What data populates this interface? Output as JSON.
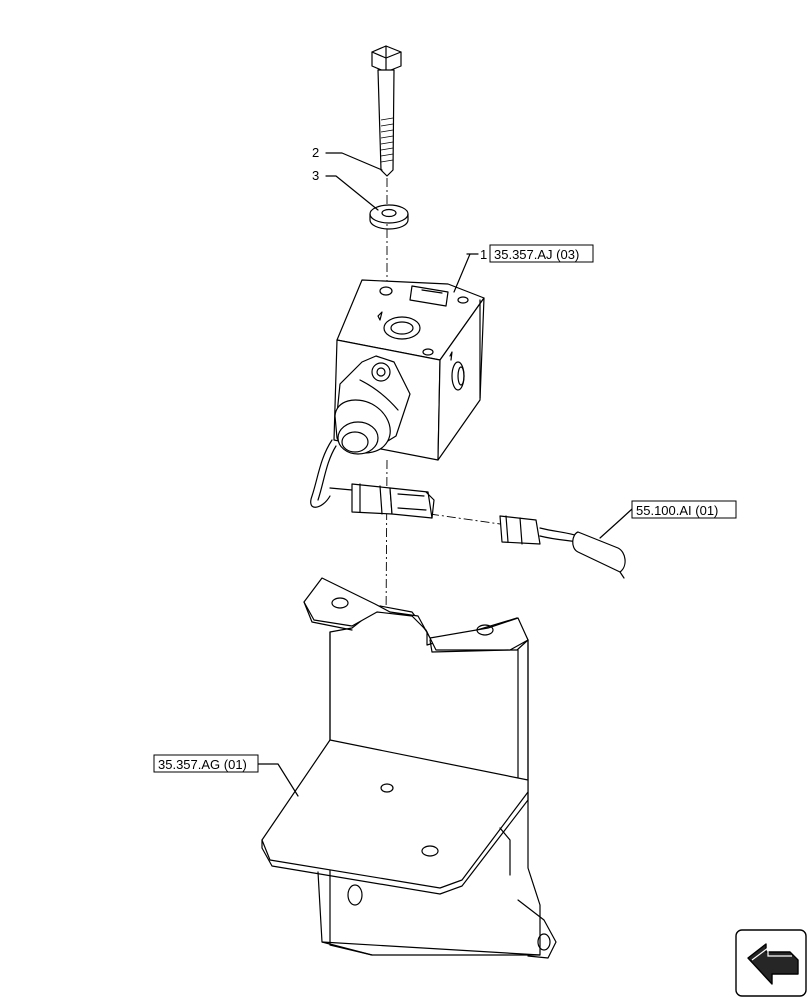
{
  "callouts": {
    "item_2": "2",
    "item_3": "3",
    "item_1": "1"
  },
  "references": {
    "valve_ref": "35.357.AJ (03)",
    "connector_ref": "55.100.AI (01)",
    "bracket_ref": "35.357.AG (01)"
  },
  "icons": {
    "nav_arrow": "arrow-icon"
  }
}
